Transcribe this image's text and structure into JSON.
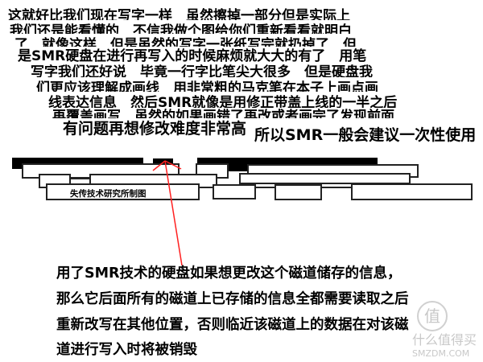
{
  "clipped_lines": [
    "这就好比我们现在写字一样　虽然擦掉一部分但是实际上",
    "我们还是能看懂的　不信我做个图给你们重新看看就明白",
    "了　就像这样　但是虽然的写字一张纸写完就扔掉了　但",
    "是SMR硬盘在进行再写入的时候麻烦就大大的有了　用笔",
    "写字我们还好说　毕竟一行字比笔尖大很多　但是硬盘我",
    "们更应该理解成画线　用非常粗的马克笔在本子上画点画",
    "线表达信息　然后SMR就像是用修正带盖上线的一半之后",
    "再覆盖画写　虽然的如果画错了再改或者画完了发现前面"
  ],
  "line_difficulty": "有问题再想修改难度非常高",
  "line_recommend": "所以SMR一般会建议一次性使用",
  "diagram_caption": "失传技术研究所制图",
  "explanation": [
    "用了SMR技术的硬盘如果想更改这个磁道储存的信息，",
    "那么它后面所有的磁道上已存储的信息全都需要读取之后",
    "重新改写在其他位置，否则临近该磁道上的数据在对该磁",
    "道进行写入时将被销毁"
  ],
  "watermark": {
    "logo": "值",
    "name": "什么值得买",
    "site": "SMZDM.COM"
  },
  "colors": {
    "arrow": "#ff2020",
    "track_fill": "#000000"
  }
}
